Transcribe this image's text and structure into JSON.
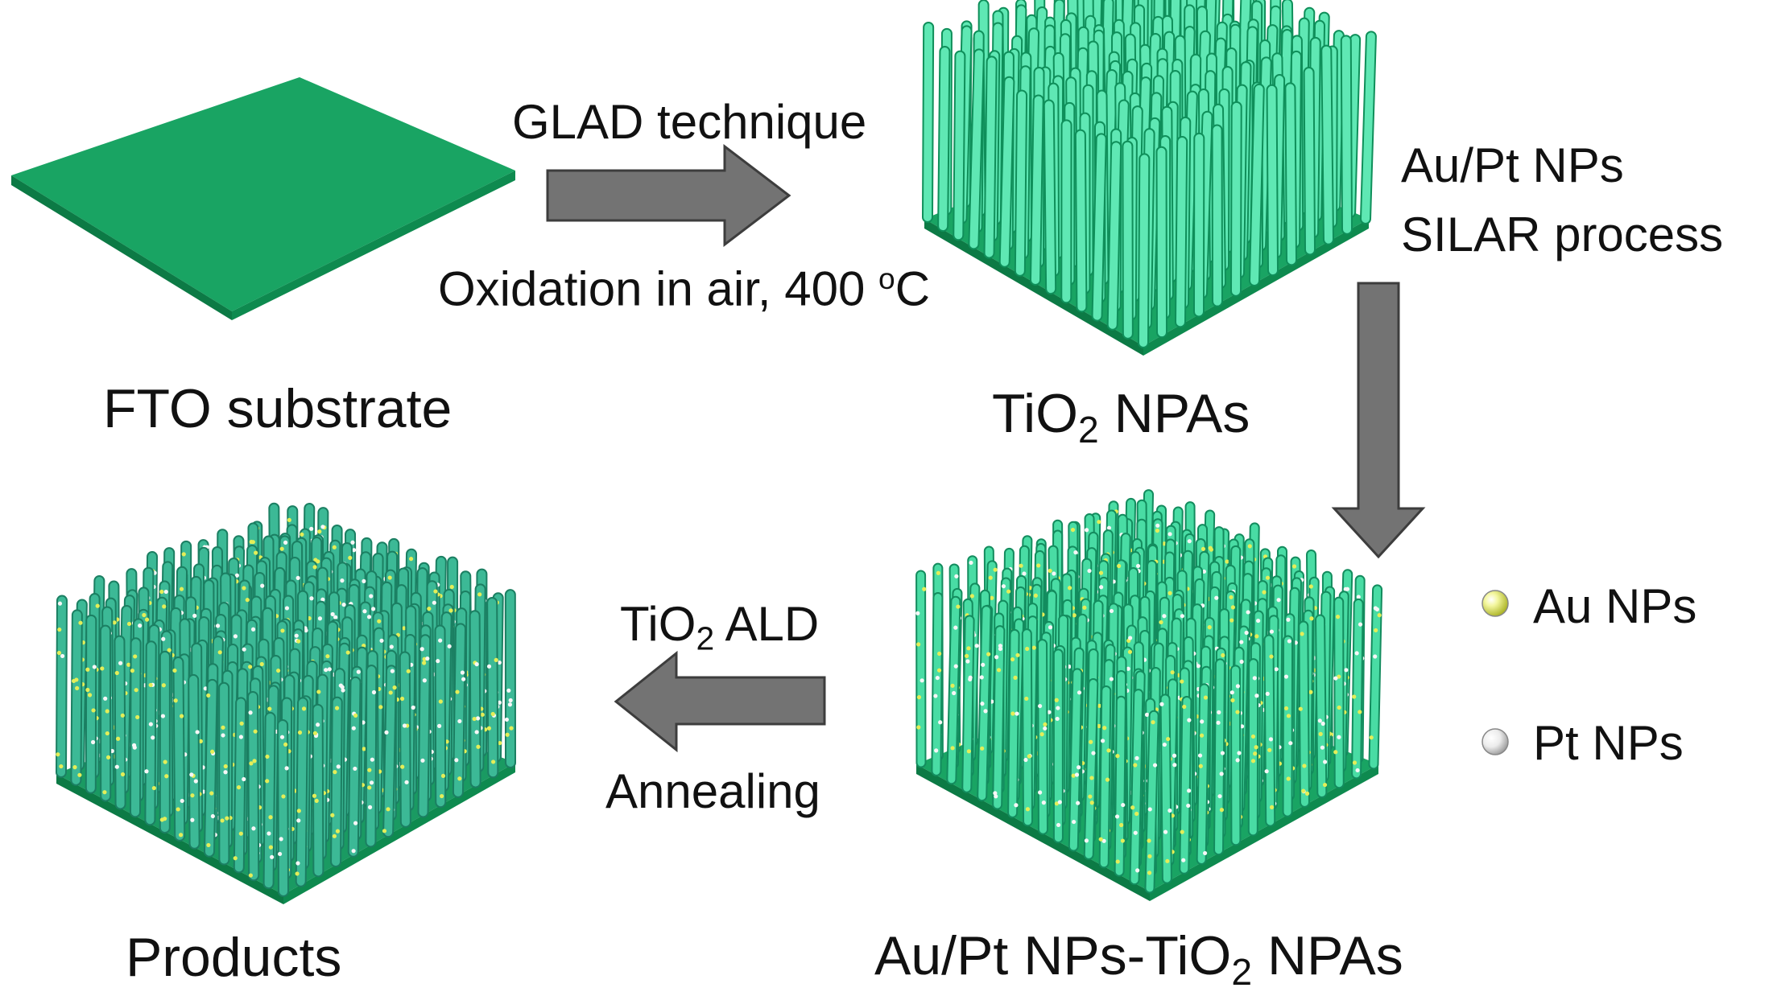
{
  "stages": {
    "fto": {
      "label": "FTO substrate"
    },
    "tio2": {
      "pre": "TiO",
      "sub": "2",
      "post": " NPAs"
    },
    "aupt": {
      "pre": "Au/Pt NPs-TiO",
      "sub": "2",
      "post": " NPAs"
    },
    "products": {
      "label": "Products"
    }
  },
  "steps": {
    "glad": {
      "label": "GLAD technique"
    },
    "oxidation": {
      "pre": "Oxidation in air, 400 ",
      "sup": "o",
      "post": "C"
    },
    "silar_line1": {
      "label": "Au/Pt NPs"
    },
    "silar_line2": {
      "label": "SILAR process"
    },
    "ald": {
      "pre": "TiO",
      "sub": "2",
      "post": " ALD"
    },
    "annealing": {
      "label": "Annealing"
    }
  },
  "legend": {
    "items": [
      {
        "label": "Au NPs",
        "color": "#ecf07a"
      },
      {
        "label": "Pt NPs",
        "color": "#f2f2f2"
      }
    ]
  },
  "colors": {
    "substrate_top": "#19a463",
    "substrate_side": "#0c7a45",
    "rod_light": "#6ff0c0",
    "rod_dark": "#1aa872",
    "rod_product": "#2ba383",
    "arrow_fill": "#737373",
    "arrow_stroke": "#3d3d3d"
  }
}
